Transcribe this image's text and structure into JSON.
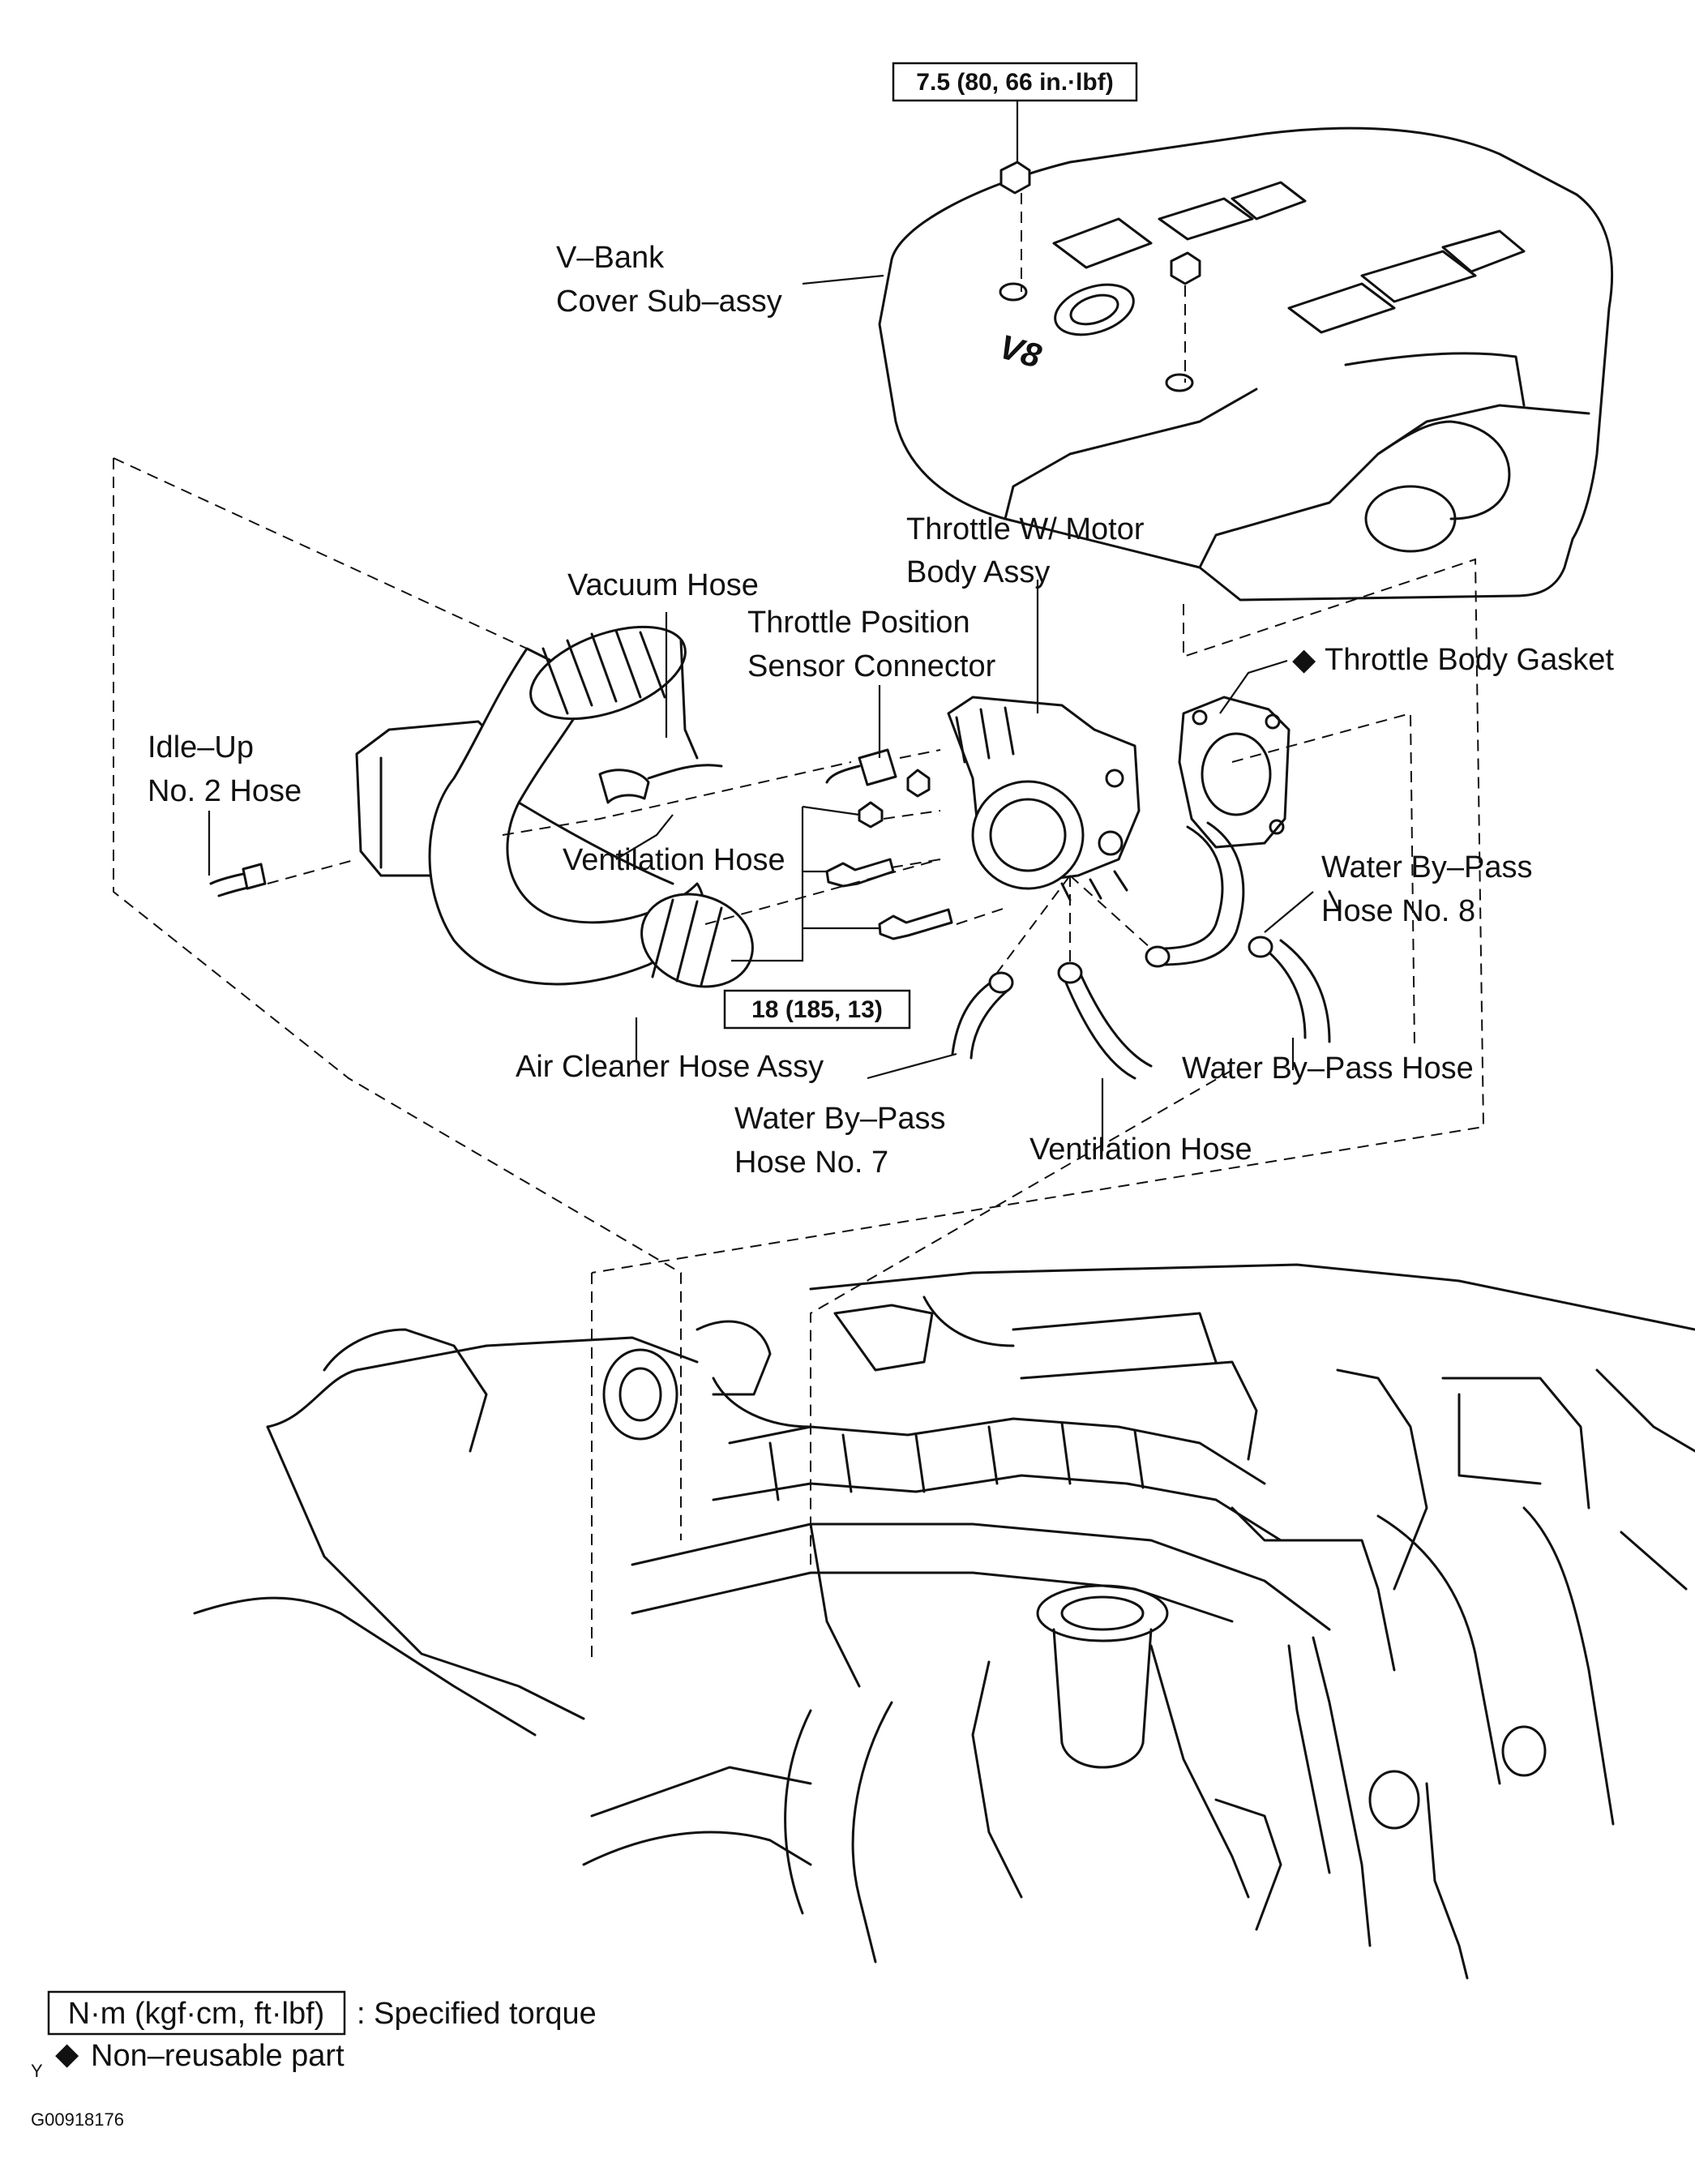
{
  "labels": {
    "torque_top": "7.5 (80, 66 in.·lbf)",
    "v_bank_line1": "V–Bank",
    "v_bank_line2": "Cover Sub–assy",
    "throttle_motor_line1": "Throttle W/ Motor",
    "throttle_motor_line2": "Body Assy",
    "vacuum_hose": "Vacuum Hose",
    "tps_line1": "Throttle Position",
    "tps_line2": "Sensor Connector",
    "gasket": "Throttle Body Gasket",
    "idle_up_line1": "Idle–Up",
    "idle_up_line2": "No. 2 Hose",
    "ventilation_hose_upper": "Ventilation Hose",
    "water_bypass_8_line1": "Water By–Pass",
    "water_bypass_8_line2": "Hose No. 8",
    "torque_mid": "18 (185, 13)",
    "air_cleaner_hose": "Air Cleaner Hose Assy",
    "water_bypass_hose": "Water By–Pass Hose",
    "water_bypass_7_line1": "Water By–Pass",
    "water_bypass_7_line2": "Hose No. 7",
    "ventilation_hose_lower": "Ventilation Hose",
    "emblem_text": "V8"
  },
  "legend": {
    "torque_unit_box": "N·m (kgf·cm, ft·lbf)",
    "torque_desc": ": Specified torque",
    "nonreusable_desc": "Non–reusable part",
    "diamond_symbol": "◆",
    "y_mark": "Y"
  },
  "figure_id": "G00918176"
}
